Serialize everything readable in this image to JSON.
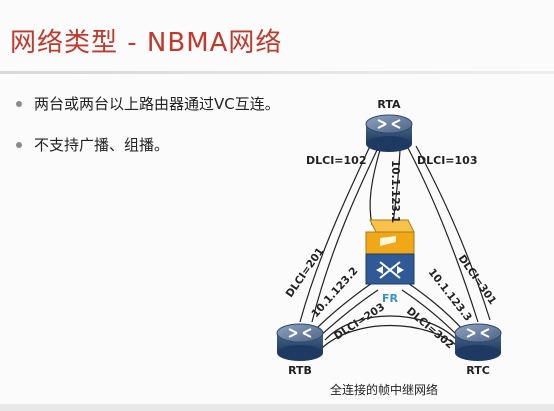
{
  "title": "网络类型 - NBMA网络",
  "bullets": [
    "两台或两台以上路由器通过VC互连。",
    "不支持广播、组播。"
  ],
  "diagram": {
    "routers": {
      "rta": "RTA",
      "rtb": "RTB",
      "rtc": "RTC"
    },
    "switch_label": "FR",
    "dlci": {
      "rta_left": "DLCI=102",
      "rta_right": "DLCI=103",
      "rtb_top": "DLCI=201",
      "rtb_bottom": "DLCI=203",
      "rtc_top": "DLCI=301",
      "rtc_bottom": "DLCI=302"
    },
    "ips": {
      "rta": "10.1.123.1",
      "rtb": "10.1.123.2",
      "rtc": "10.1.123.3"
    },
    "caption": "全连接的帧中继网络"
  },
  "colors": {
    "title": "#c0392b",
    "router_top": "#5b6f86",
    "router_body": "#2f4a72",
    "switch_orange": "#f0a818",
    "switch_blue": "#2f5a96",
    "fr_label": "#3a8fc8"
  }
}
